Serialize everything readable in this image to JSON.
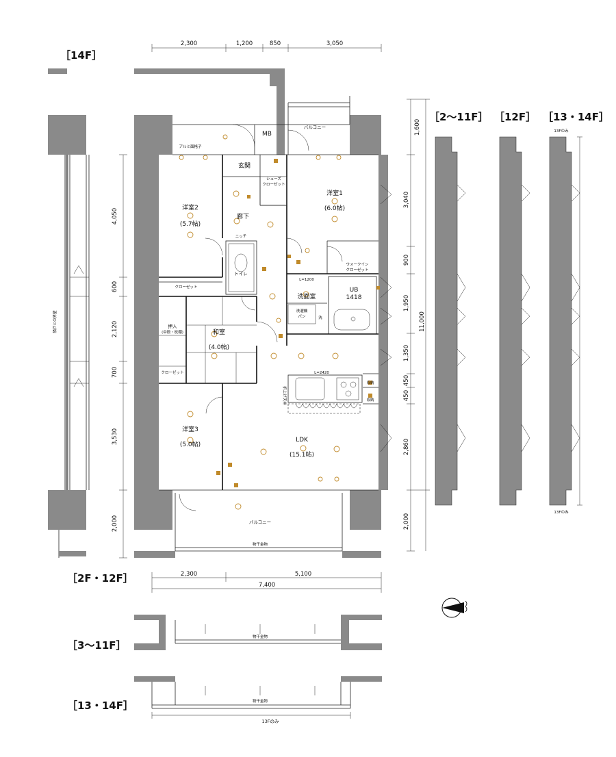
{
  "floor_labels": {
    "f14": "［14F］",
    "f2_11": "［2〜11F］",
    "f12": "［12F］",
    "f13_14": "［13・14F］",
    "f2_12": "［2F・12F］",
    "f3_11": "［3〜11F］",
    "f13_14_bottom": "［13・14F］"
  },
  "top_dims": [
    "2,300",
    "1,200",
    "850",
    "3,050"
  ],
  "bottom_dims": [
    "2,300",
    "5,100",
    "7,400"
  ],
  "left_dims": [
    "4,050",
    "600",
    "2,120",
    "700",
    "3,530",
    "2,000"
  ],
  "right_dims": [
    "1,600",
    "3,040",
    "900",
    "1,950",
    "1,350",
    "450",
    "450",
    "2,860",
    "2,000"
  ],
  "right_total": "11,000",
  "rooms": {
    "mb": "MB",
    "balcony_top": "バルコニー",
    "genkan": "玄関",
    "shoes": "シューズ",
    "shoes2": "クローゼット",
    "yoshitsu1": "洋室1",
    "yoshitsu1_size": "(6.0帖)",
    "yoshitsu2": "洋室2",
    "yoshitsu2_size": "(5.7帖)",
    "roka": "廊下",
    "niche": "ニッチ",
    "toilet": "トイレ",
    "walkin1": "ウォークイン",
    "walkin2": "クローゼット",
    "closet1": "クローゼット",
    "senmen": "洗面室",
    "ub": "UB",
    "ub_size": "1418",
    "sentaku1": "洗濯機",
    "sentaku2": "パン",
    "oshiire1": "押入",
    "oshiire2": "(中段・枕棚)",
    "washitsu": "和室",
    "washitsu_size": "(4.0帖)",
    "closet2": "クローゼット",
    "yoshitsu3": "洋室3",
    "yoshitsu3_size": "(5.0帖)",
    "ldk": "LDK",
    "ldk_size": "(15.1帖)",
    "shuno1": "収納",
    "shuno2": "収納",
    "balcony_bottom": "バルコニー",
    "kitchen_l": "L=2420",
    "sink_l": "L=1200",
    "ceiling": "折上げ天井",
    "hosi": "物干金物",
    "alumi": "アルミ面格子",
    "sen": "洗",
    "side_label": "隣戸との界壁"
  },
  "notes": {
    "f13_only_top": "13Fのみ",
    "f13_only_bottom": "13Fのみ",
    "f13_only_plan": "13Fのみ",
    "hosi_3_11": "物干金物",
    "hosi_13_14": "物干金物"
  },
  "colors": {
    "wall": "#8a8a8a",
    "fixture": "#c08a2a"
  }
}
